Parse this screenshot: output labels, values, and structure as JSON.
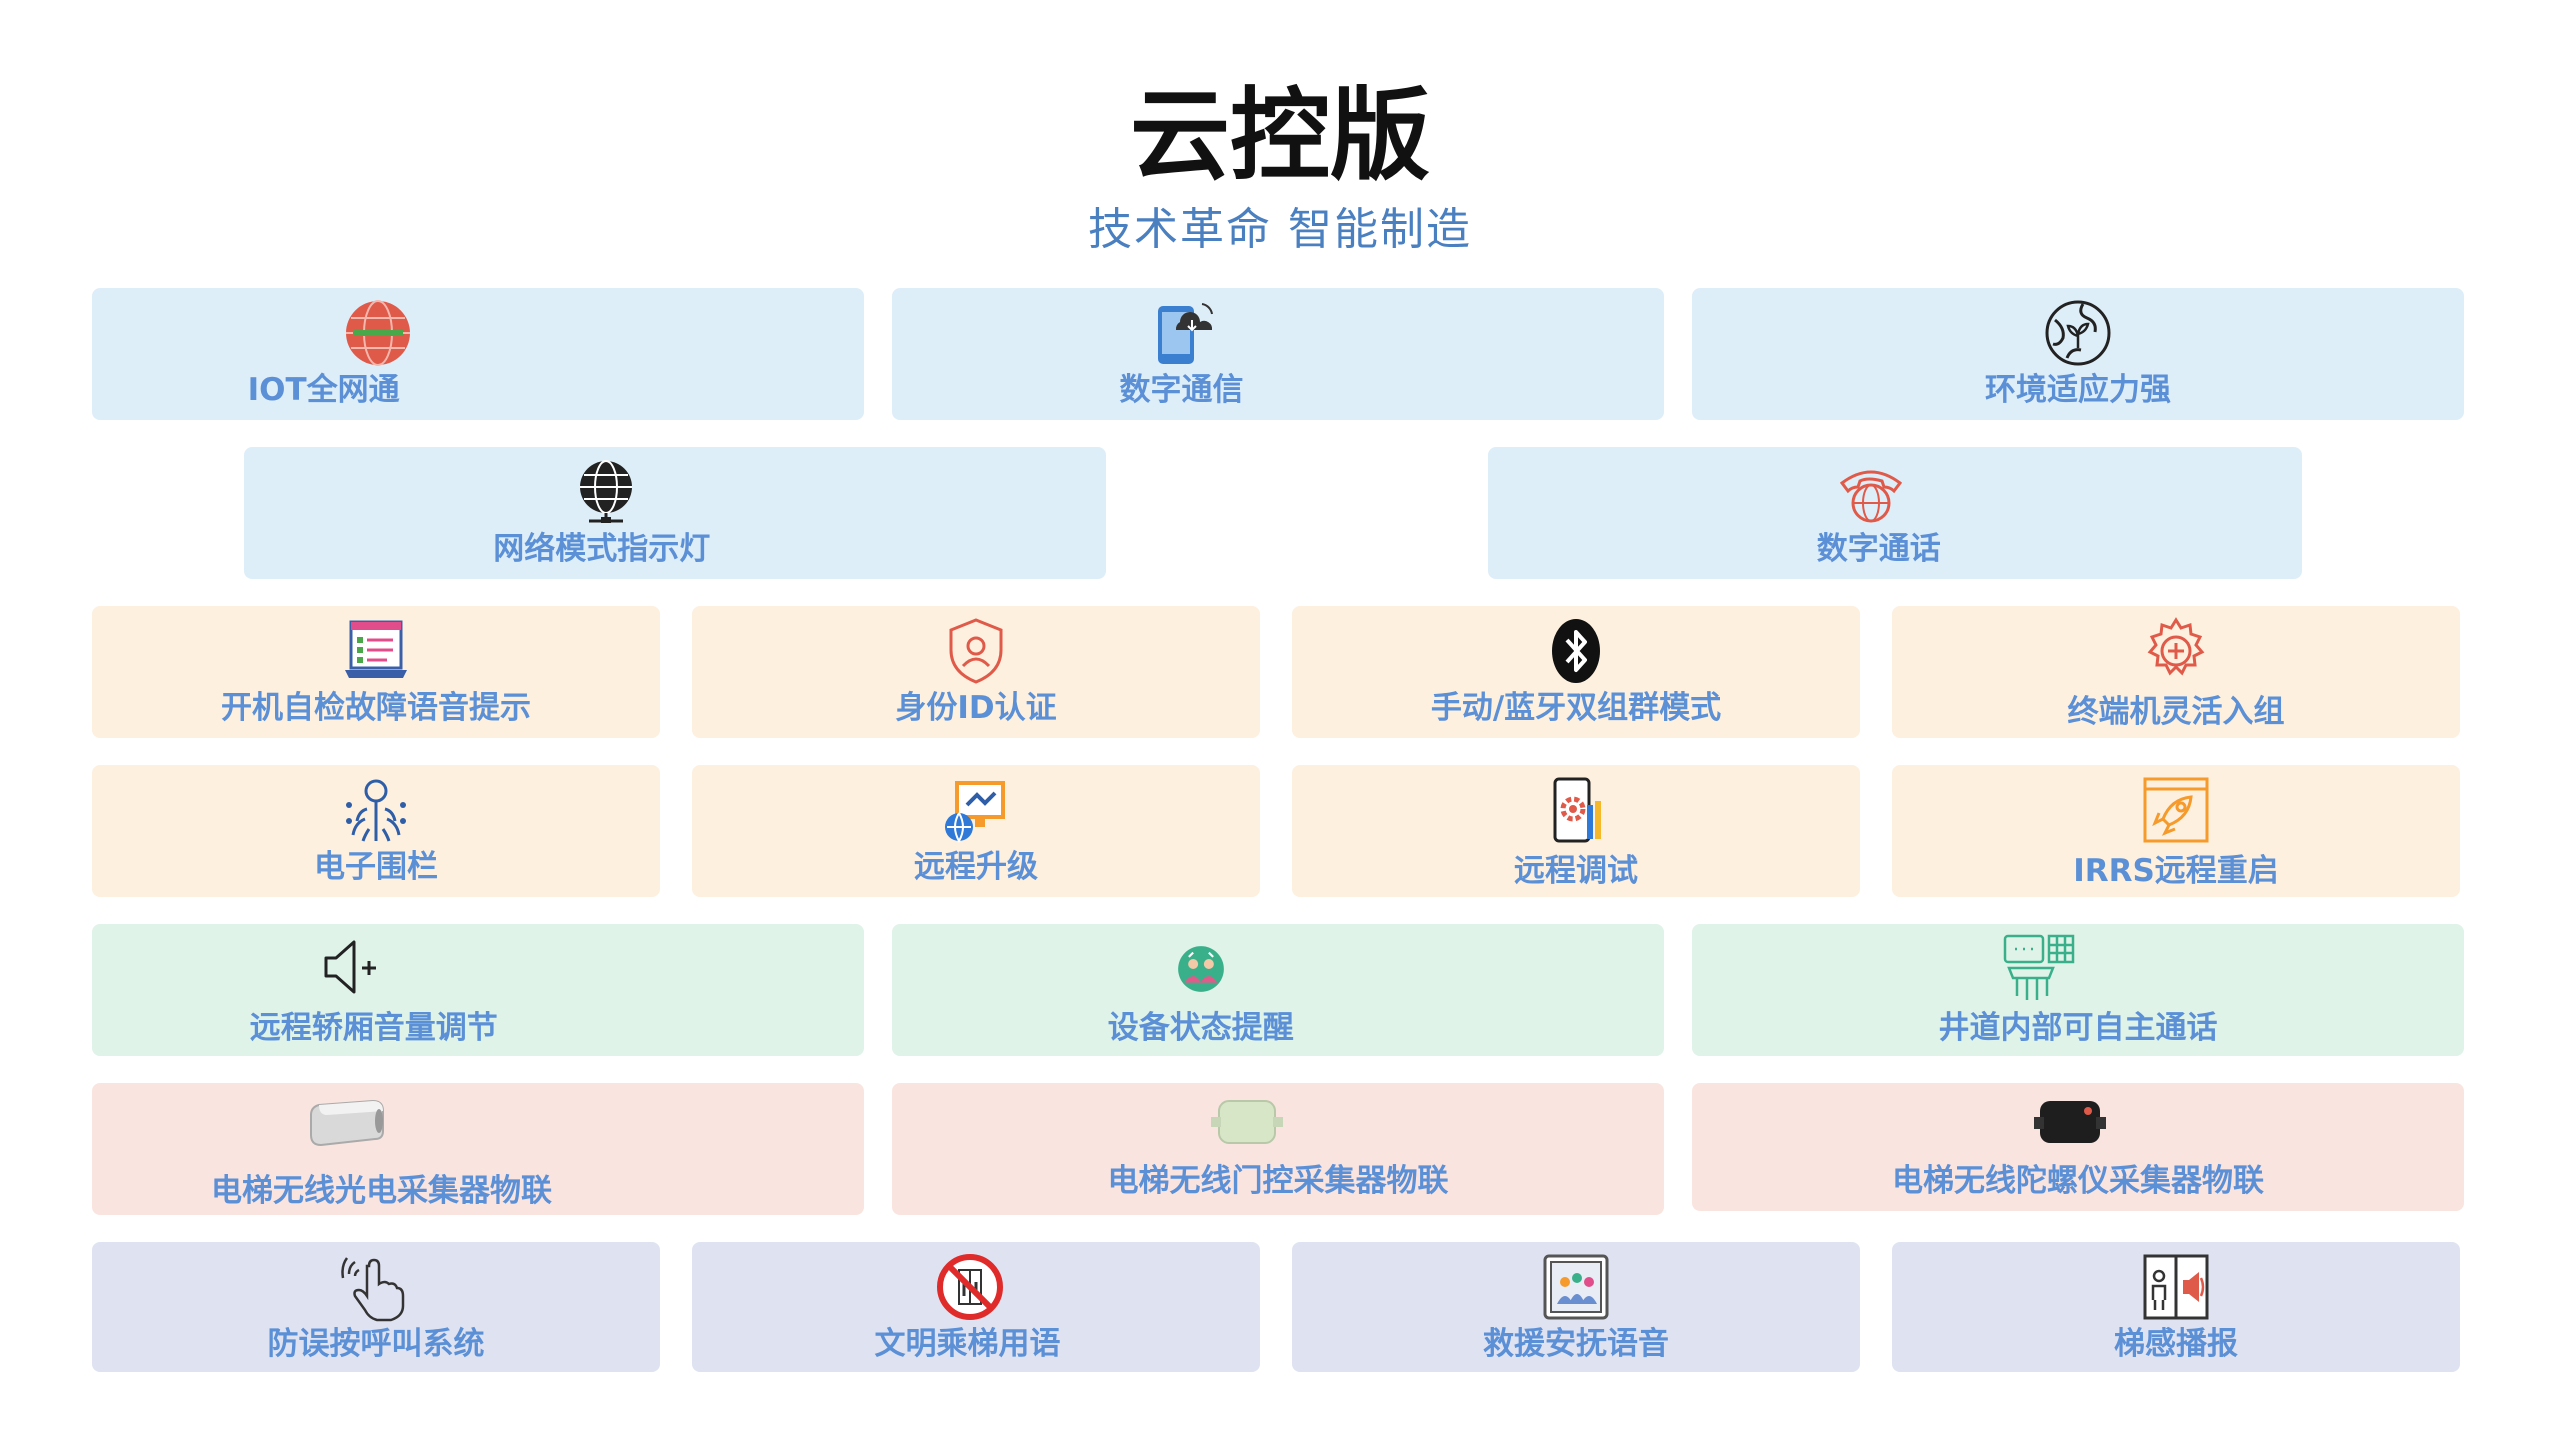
{
  "header": {
    "title": "云控版",
    "subtitle": "技术革命    智能制造"
  },
  "colors": {
    "blue": "#deeef8",
    "orange": "#fdf0df",
    "green": "#dff3e9",
    "pink": "#fae4df",
    "lavender": "#dfe3f1",
    "label": "#5b8fd6"
  },
  "features": [
    {
      "label": "IOT全网通",
      "icon": "globe-icon"
    },
    {
      "label": "数字通信",
      "icon": "phone-cloud-icon"
    },
    {
      "label": "环境适应力强",
      "icon": "eco-globe-icon"
    },
    {
      "label": "网络模式指示灯",
      "icon": "network-globe-icon"
    },
    {
      "label": "数字通话",
      "icon": "telephone-icon"
    },
    {
      "label": "开机自检故障语音提示",
      "icon": "laptop-checklist-icon"
    },
    {
      "label": "身份ID认证",
      "icon": "shield-user-icon"
    },
    {
      "label": "手动/蓝牙双组群模式",
      "icon": "bluetooth-icon"
    },
    {
      "label": "终端机灵活入组",
      "icon": "gear-plus-icon"
    },
    {
      "label": "电子围栏",
      "icon": "chip-network-icon"
    },
    {
      "label": "远程升级",
      "icon": "remote-upgrade-icon"
    },
    {
      "label": "远程调试",
      "icon": "phone-gear-icon"
    },
    {
      "label": "IRRS远程重启",
      "icon": "rocket-window-icon"
    },
    {
      "label": "远程轿厢音量调节",
      "icon": "speaker-plus-icon"
    },
    {
      "label": "设备状态提醒",
      "icon": "status-people-icon"
    },
    {
      "label": "井道内部可自主通话",
      "icon": "intercom-icon"
    },
    {
      "label": "电梯无线光电采集器物联",
      "icon": "photoelectric-sensor-icon"
    },
    {
      "label": "电梯无线门控采集器物联",
      "icon": "door-sensor-icon"
    },
    {
      "label": "电梯无线陀螺仪采集器物联",
      "icon": "gyroscope-sensor-icon"
    },
    {
      "label": "防误按呼叫系统",
      "icon": "touch-hand-icon"
    },
    {
      "label": "文明乘梯用语",
      "icon": "no-smoking-elevator-icon"
    },
    {
      "label": "救援安抚语音",
      "icon": "rescue-people-icon"
    },
    {
      "label": "梯感播报",
      "icon": "elevator-speaker-icon"
    }
  ]
}
